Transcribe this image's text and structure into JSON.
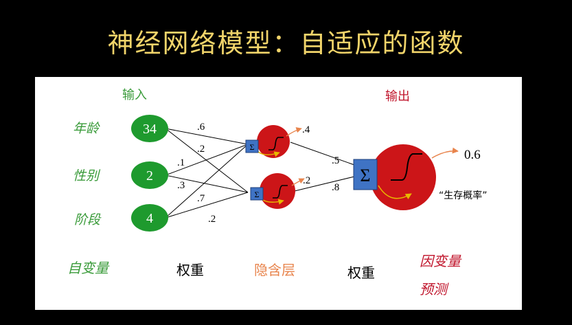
{
  "title": "神经网络模型：自适应的函数",
  "colors": {
    "title": "#f1d46a",
    "green": "#3a9b3a",
    "input_node": "#1e9a2e",
    "hidden_node": "#cc1518",
    "sum_box": "#3f73c4",
    "orange": "#e8844c",
    "red_text": "#c0142b",
    "black": "#000000"
  },
  "labels": {
    "input_header": "输入",
    "output_header": "输出",
    "var_age": "年龄",
    "var_gender": "性别",
    "var_stage": "阶段",
    "independent": "自变量",
    "weights_1": "权重",
    "hidden_layer": "隐含层",
    "weights_2": "权重",
    "dependent_line1": "因变量",
    "dependent_line2": "预测",
    "output_desc": "“生存概率”"
  },
  "inputs": [
    "34",
    "2",
    "4"
  ],
  "weights_in": {
    "w_age_h1": ".6",
    "w_age_h2": ".2",
    "w_gender_h1": ".1",
    "w_gender_h2": ".3",
    "w_stage_h1": ".7",
    "w_stage_h2": ".2"
  },
  "hidden_outputs": [
    ".4",
    ".2"
  ],
  "weights_out": [
    ".5",
    ".8"
  ],
  "output_value": "0.6",
  "sum_symbol": "Σ"
}
